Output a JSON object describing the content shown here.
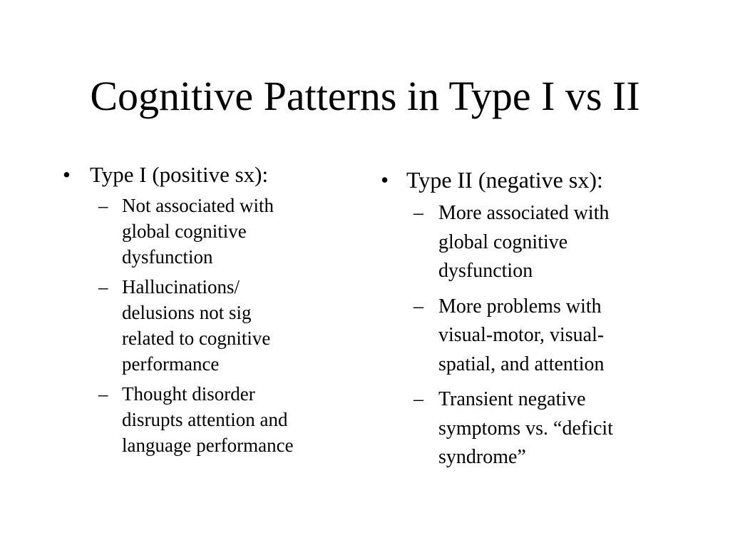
{
  "slide": {
    "title": "Cognitive Patterns in Type I vs II",
    "bullet_glyph": "•",
    "dash_glyph": "–"
  },
  "left_column": {
    "heading": "Type I (positive sx):",
    "items": [
      [
        "Not associated with",
        "global cognitive",
        "dysfunction"
      ],
      [
        "Hallucinations/",
        "delusions not sig",
        "related to cognitive",
        "performance"
      ],
      [
        "Thought disorder",
        "disrupts attention and",
        "language performance"
      ]
    ]
  },
  "right_column": {
    "heading": "Type II (negative sx):",
    "items": [
      [
        "More associated with",
        "global cognitive",
        "dysfunction"
      ],
      [
        "More problems with",
        "visual-motor, visual-",
        "spatial, and attention"
      ],
      [
        "Transient negative",
        "symptoms vs. “deficit",
        "syndrome”"
      ]
    ]
  }
}
